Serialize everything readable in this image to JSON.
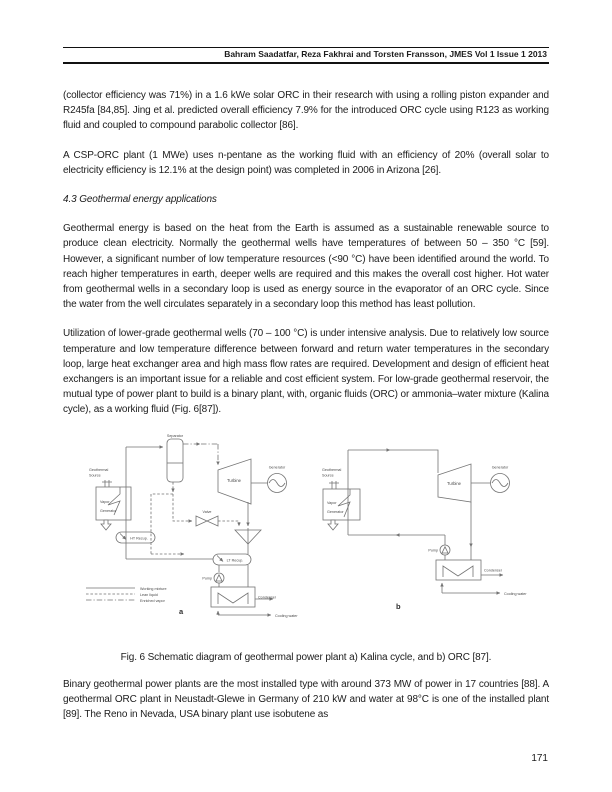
{
  "colors": {
    "ink": "#1c1c1c",
    "diagram_line": "#737373"
  },
  "header": {
    "text": "Bahram Saadatfar, Reza Fakhrai and Torsten Fransson, JMES Vol 1 Issue 1 2013"
  },
  "article": {
    "p1": "(collector efficiency was 71%) in a 1.6 kWe solar ORC in their research with using a rolling piston expander and R245fa [84,85]. Jing et al. predicted overall efficiency 7.9% for the introduced ORC cycle using R123 as working fluid and coupled to compound parabolic collector [86].",
    "p2": "A CSP-ORC plant (1 MWe) uses n-pentane as the working fluid with an efficiency of 20% (overall solar to electricity efficiency is 12.1% at the design point) was completed in 2006 in Arizona [26].",
    "section_heading": "4.3 Geothermal energy applications",
    "p3": "Geothermal energy is based on the heat from the Earth is assumed as a sustainable renewable source to produce clean electricity. Normally the geothermal wells have temperatures of between 50 – 350 °C [59]. However, a significant number of low temperature resources (<90 °C) have been identified around the world. To reach higher temperatures in earth, deeper wells are required and this makes the overall cost higher. Hot water from geothermal wells in a secondary loop is used as energy source in the evaporator of an ORC cycle. Since the water from the well circulates separately in a secondary loop this method has least pollution.",
    "p4": "Utilization of lower-grade geothermal wells (70 – 100 °C) is under intensive analysis. Due to relatively low source temperature and low temperature difference between forward and return water temperatures in the secondary loop, large heat exchanger area and high mass flow rates are required. Development and design of efficient heat exchangers is an important issue for a reliable and cost efficient system. For low-grade geothermal reservoir, the mutual type of power plant to build is a binary plant, with, organic fluids (ORC) or ammonia–water mixture (Kalina cycle), as a working fluid (Fig. 6[87]).",
    "figure_caption": "Fig. 6 Schematic diagram of geothermal power plant a) Kalina cycle, and b) ORC  [87].",
    "p5": "Binary geothermal power plants are the most installed type with around 373 MW of power in 17 countries [88]. A geothermal ORC plant in Neustadt-Glewe in Germany of 210 kW and water at 98°C is one of the installed plant [89]. The Reno in Nevada, USA binary plant use isobutene as"
  },
  "figure": {
    "diagram_a": {
      "tag": "a",
      "labels": {
        "separator": "Separator",
        "geothermal_source_line1": "Geothermal",
        "geothermal_source_line2": "Source",
        "vapor_generator_line1": "Vapor",
        "vapor_generator_line2": "Generator",
        "turbine": "Turbine",
        "generator": "Generator",
        "valve": "Valve",
        "ht_recup": "HT Recup.",
        "lt_recup": "LT Recup.",
        "pump": "Pump",
        "condenser": "Condenser",
        "cooling_water": "Cooling water"
      },
      "legend": [
        {
          "style": "solid",
          "label": "Working mixture"
        },
        {
          "style": "dashed",
          "label": "Lean liquid"
        },
        {
          "style": "dashdot",
          "label": "Enriched vapor"
        }
      ]
    },
    "diagram_b": {
      "tag": "b",
      "labels": {
        "geothermal_source_line1": "Geothermal",
        "geothermal_source_line2": "Source",
        "vapor_generator_line1": "Vapor",
        "vapor_generator_line2": "Generator",
        "turbine": "Turbine",
        "generator": "Generator",
        "pump": "Pump",
        "condenser": "Condenser",
        "cooling_water": "Cooling water"
      }
    }
  },
  "footer": {
    "page_number": "171"
  }
}
